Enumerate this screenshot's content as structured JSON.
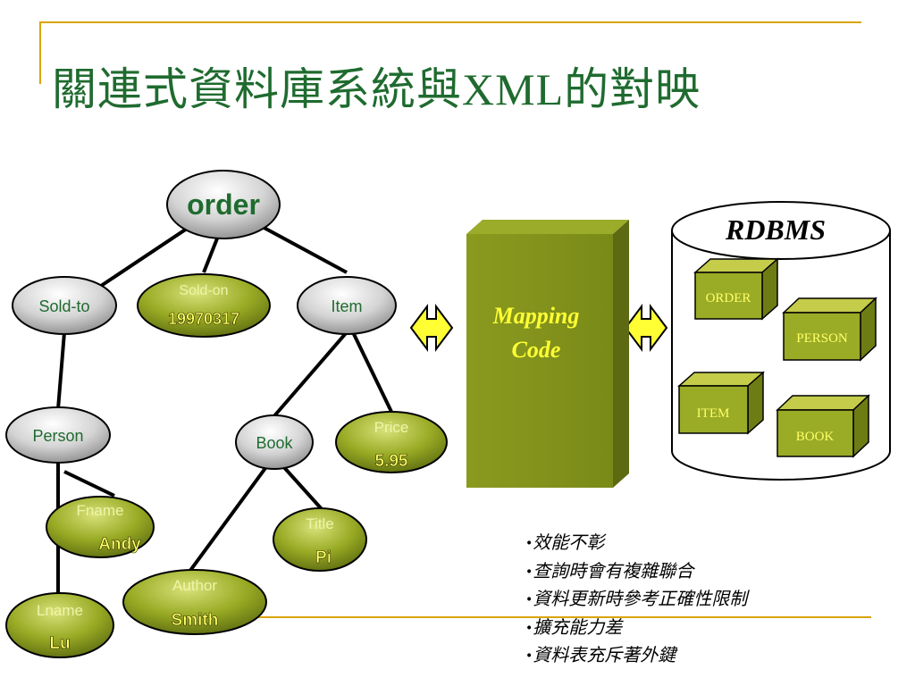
{
  "title": "關連式資料庫系統與XML的對映",
  "tree": {
    "order": "order",
    "sold_to": "Sold-to",
    "sold_on": {
      "label": "Sold-on",
      "value": "19970317"
    },
    "item": "Item",
    "person": "Person",
    "book": "Book",
    "price": {
      "label": "Price",
      "value": "5.95"
    },
    "fname": {
      "label": "Fname",
      "value": "Andy"
    },
    "title": {
      "label": "Title",
      "value": "Pi"
    },
    "author": {
      "label": "Author",
      "value": "Smith"
    },
    "lname": {
      "label": "Lname",
      "value": "Lu"
    }
  },
  "mapping": {
    "line1": "Mapping",
    "line2": "Code"
  },
  "rdbms": {
    "label": "RDBMS",
    "tables": [
      "ORDER",
      "PERSON",
      "ITEM",
      "BOOK"
    ]
  },
  "notes": [
    "效能不彰",
    "查詢時會有複雜聯合",
    "資料更新時參考正確性限制",
    "擴充能力差",
    "資料表充斥著外鍵"
  ],
  "colors": {
    "title": "#1f6b2f",
    "olive": "#8ea31a",
    "rule": "#d9a400",
    "arrow": "#ffff33"
  }
}
